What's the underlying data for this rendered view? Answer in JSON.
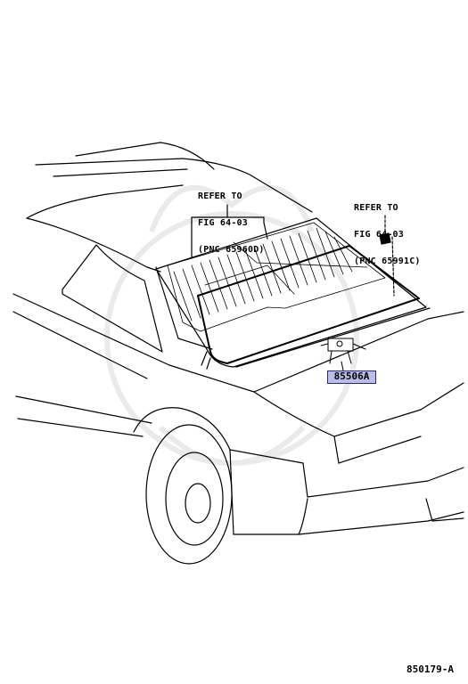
{
  "diagram": {
    "callouts": [
      {
        "line1": "REFER TO",
        "line2": "FIG 64-03",
        "line3": "(PNC 65960D)"
      },
      {
        "line1": "REFER TO",
        "line2": "FIG 64-03",
        "line3": "(PNC 65991C)"
      }
    ],
    "part_number": "85506A",
    "diagram_code": "850179-A",
    "colors": {
      "line": "#000000",
      "label_fill": "#b9bde8",
      "label_border": "#2a2a7a"
    }
  }
}
